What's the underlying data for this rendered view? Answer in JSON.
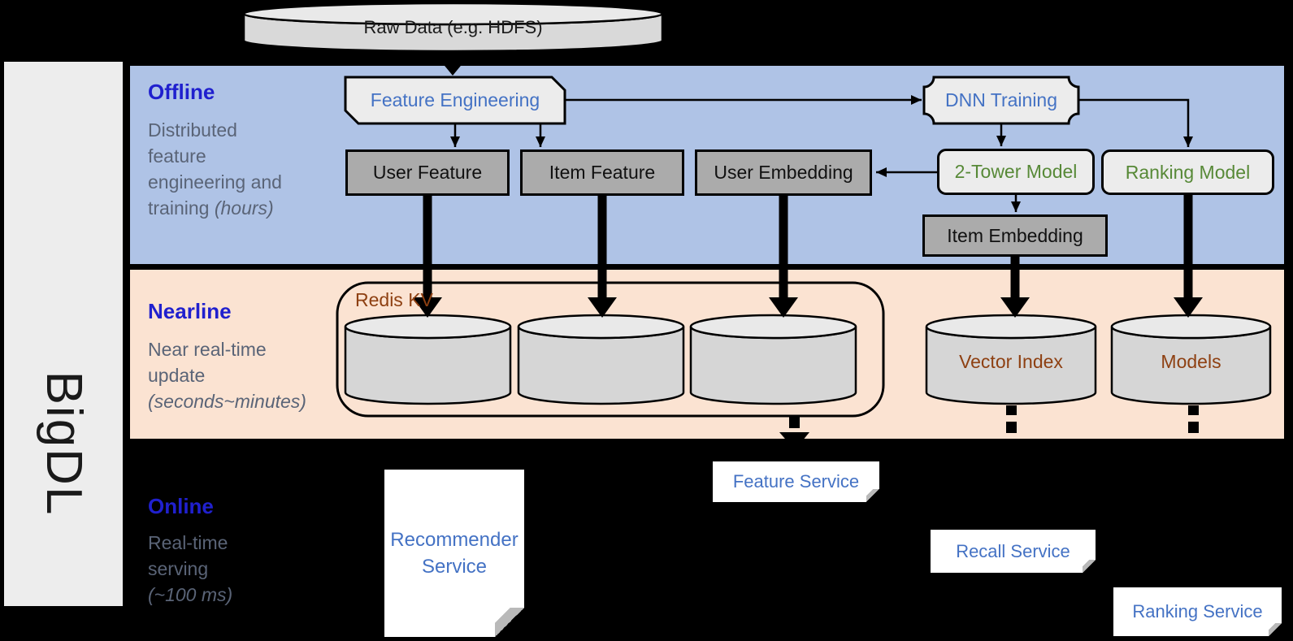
{
  "brand": {
    "label": "BigDL"
  },
  "raw_data": {
    "label": "Raw Data (e.g. HDFS)"
  },
  "bands": {
    "offline": {
      "label": "Offline",
      "desc": "Distributed feature engineering and training",
      "desc_paren": "(hours)"
    },
    "nearline": {
      "label": "Nearline",
      "desc": "Near real-time update",
      "desc_paren": "(seconds~minutes)"
    },
    "online": {
      "label": "Online",
      "desc": "Real-time serving",
      "desc_paren": "(~100 ms)"
    }
  },
  "nodes": {
    "feature_engineering": "Feature Engineering",
    "dnn_training": "DNN Training",
    "user_feature": "User Feature",
    "item_feature": "Item Feature",
    "user_embedding": "User Embedding",
    "two_tower_model": "2-Tower Model",
    "ranking_model": "Ranking Model",
    "item_embedding": "Item Embedding",
    "redis_kv": "Redis KV",
    "vector_index": "Vector Index",
    "models": "Models",
    "recommender_service": "Recommender Service",
    "feature_service": "Feature Service",
    "recall_service": "Recall Service",
    "ranking_service": "Ranking Service"
  },
  "colors": {
    "band_label_blue": "#2020CE",
    "node_text_blue": "#4472C4",
    "model_green": "#578937",
    "storage_brown": "#8E4012",
    "desc_gray": "#5A6477",
    "offline_bg": "#AFC3E6",
    "nearline_bg": "#FBE3D2",
    "online_bg": "#000000"
  }
}
